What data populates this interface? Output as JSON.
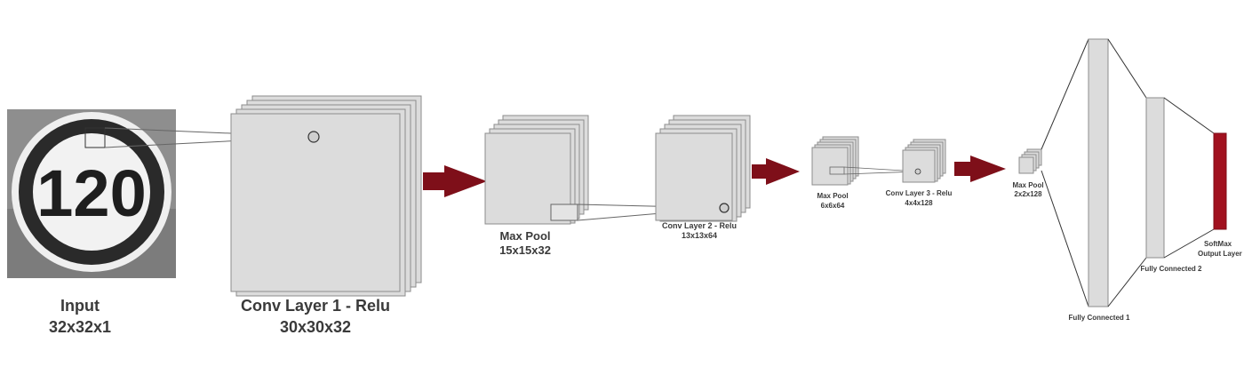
{
  "diagram": {
    "colors": {
      "layer_fill": "#dcdcdc",
      "layer_stroke": "#8c8c8c",
      "arrow": "#7e0f19",
      "output_layer": "#a1111f",
      "label": "#3a3a3a"
    },
    "input": {
      "sign_text": "120",
      "label": "Input",
      "dims": "32x32x1"
    },
    "layers": [
      {
        "label": "Conv Layer 1 - Relu",
        "dims": "30x30x32"
      },
      {
        "label": "Max Pool",
        "dims": "15x15x32"
      },
      {
        "label": "Conv Layer 2 - Relu",
        "dims": "13x13x64"
      },
      {
        "label": "Max Pool",
        "dims": "6x6x64"
      },
      {
        "label": "Conv Layer 3 - Relu",
        "dims": "4x4x128"
      },
      {
        "label": "Max Pool",
        "dims": "2x2x128"
      }
    ],
    "dense": [
      {
        "label": "Fully Connected 1"
      },
      {
        "label": "Fully Connected 2"
      },
      {
        "label": "SoftMax Output Layer",
        "line1": "SoftMax",
        "line2": "Output Layer"
      }
    ]
  }
}
